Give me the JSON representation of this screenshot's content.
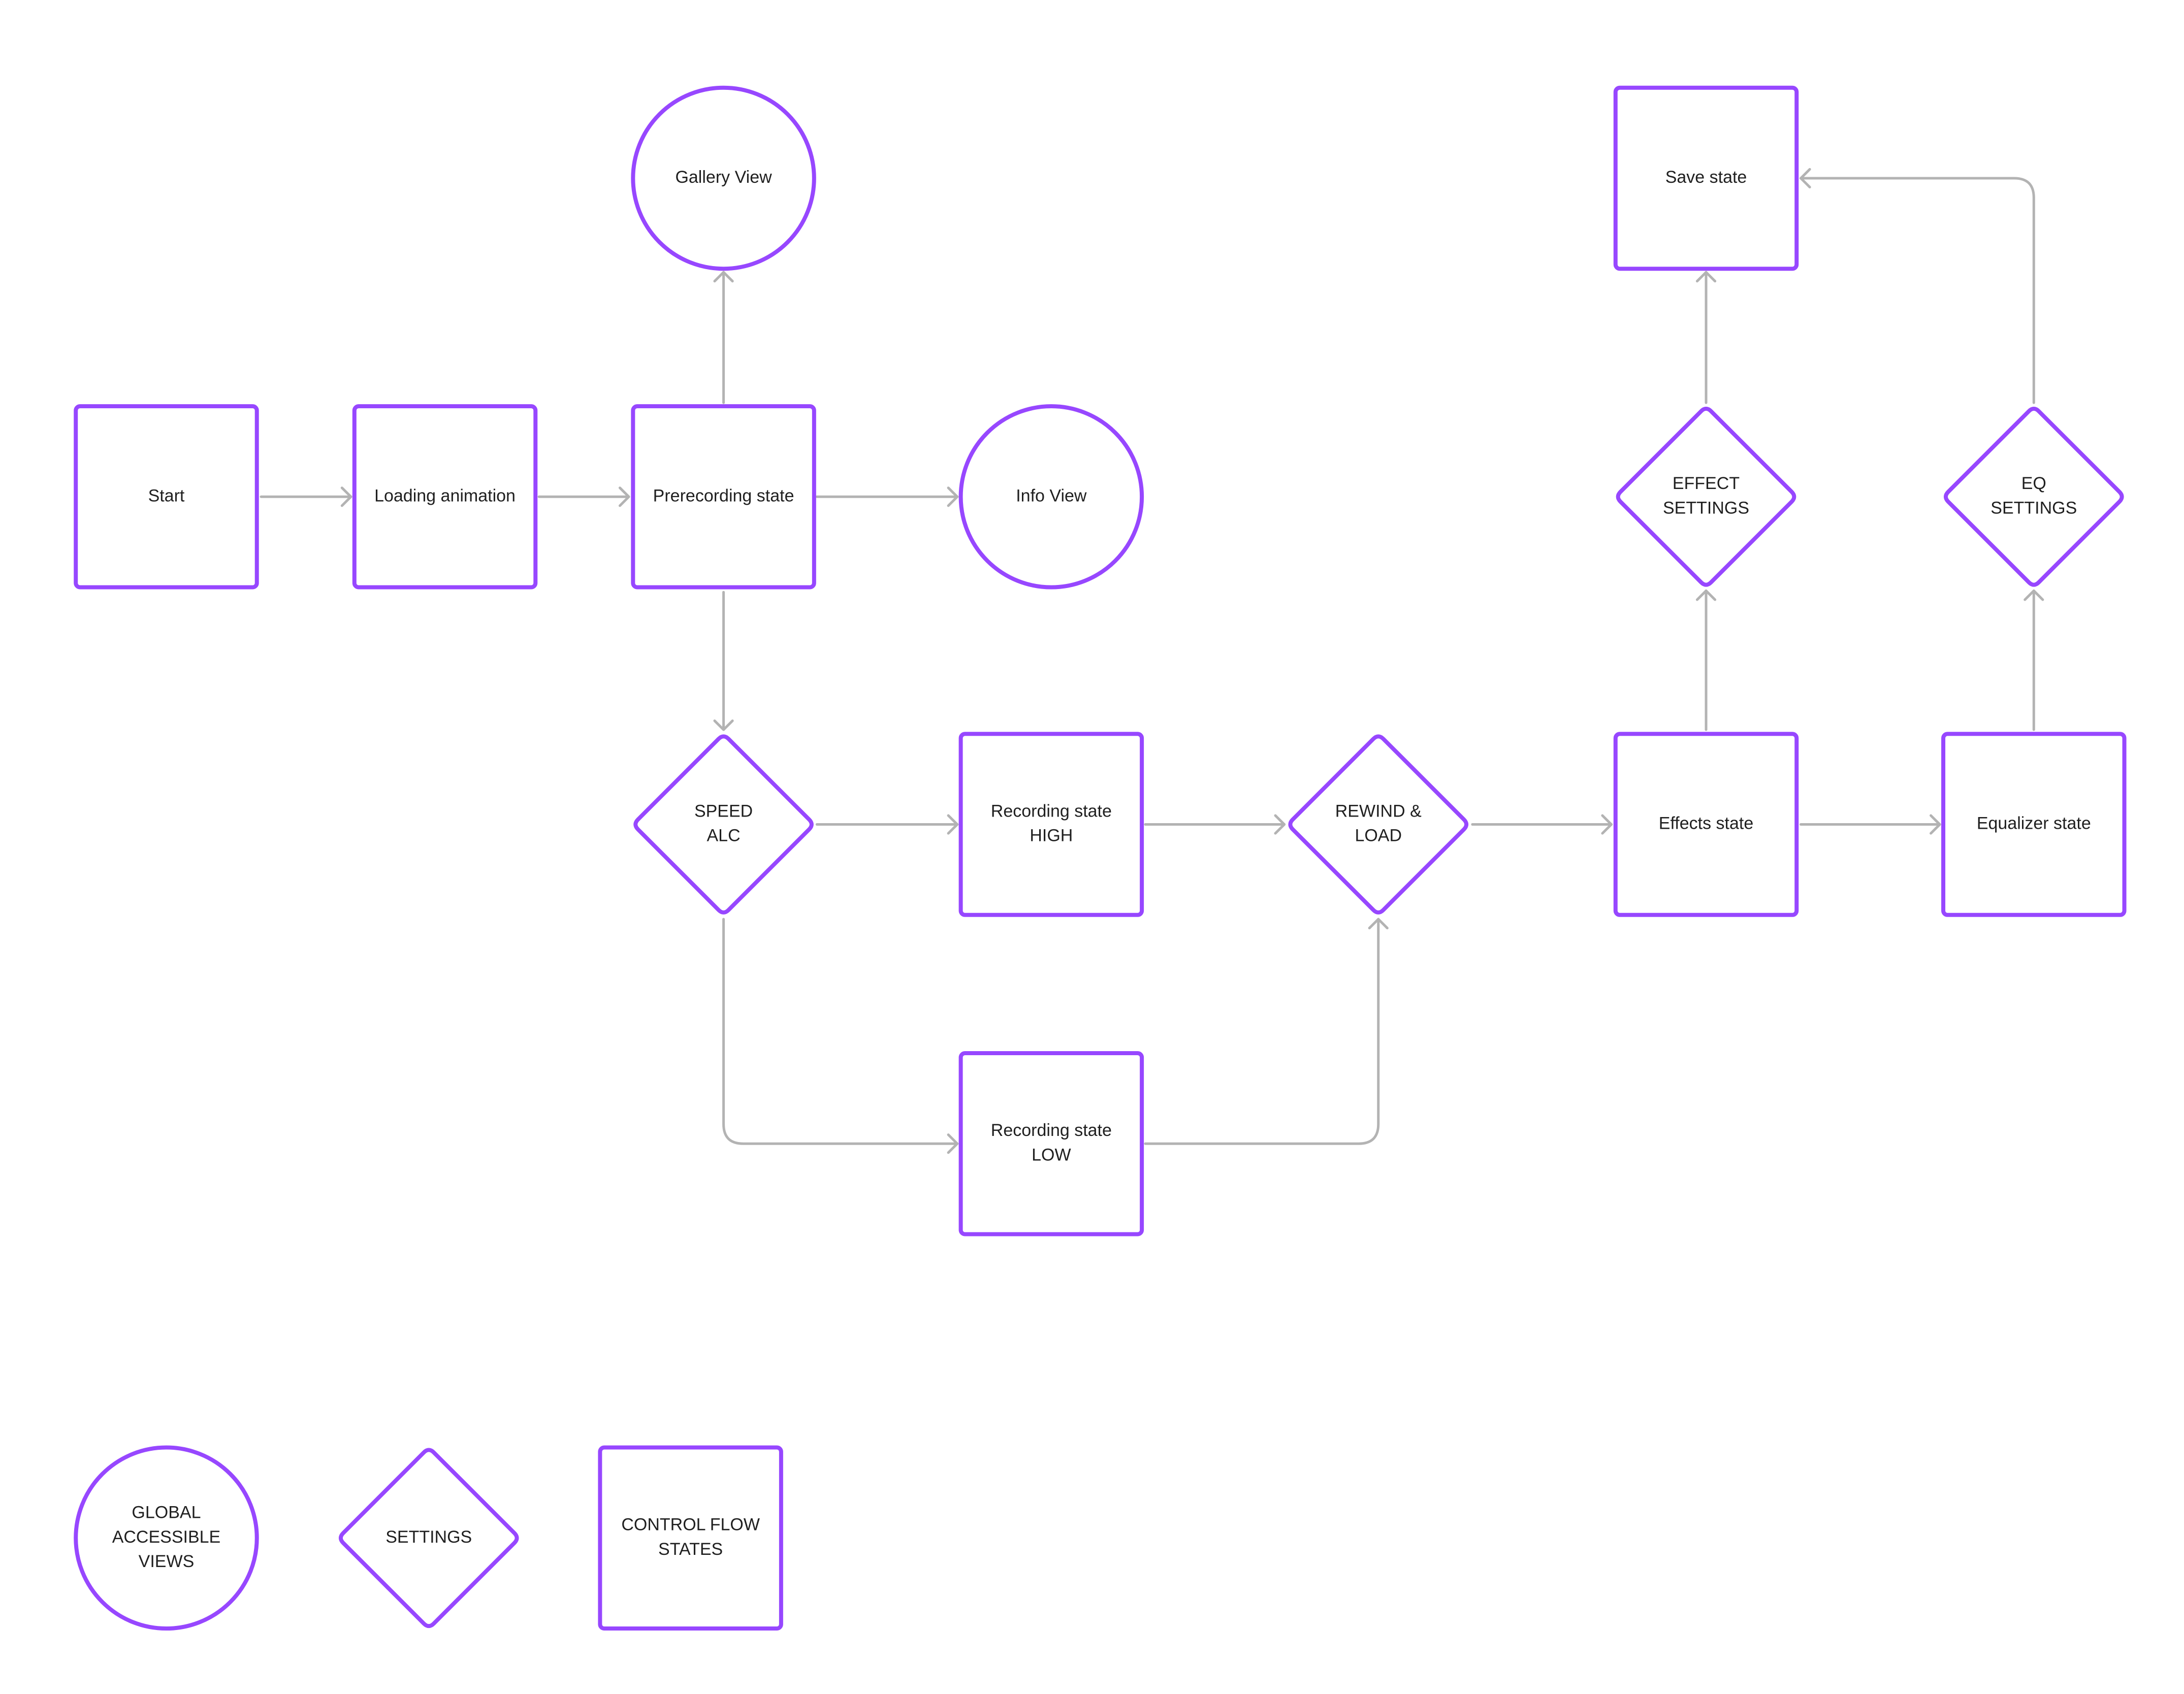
{
  "colors": {
    "node_stroke": "#9747FF",
    "edge_stroke": "#B3B3B3",
    "label_text": "#1F1F1F",
    "background": "#FFFFFF"
  },
  "nodes": [
    {
      "id": "start",
      "shape": "square",
      "lines": [
        "Start"
      ]
    },
    {
      "id": "loading",
      "shape": "square",
      "lines": [
        "Loading animation"
      ]
    },
    {
      "id": "prerecording",
      "shape": "square",
      "lines": [
        "Prerecording state"
      ]
    },
    {
      "id": "gallery",
      "shape": "circle",
      "lines": [
        "Gallery View"
      ]
    },
    {
      "id": "info",
      "shape": "circle",
      "lines": [
        "Info View"
      ]
    },
    {
      "id": "speed",
      "shape": "diamond",
      "lines": [
        "SPEED",
        "ALC"
      ]
    },
    {
      "id": "rec_high",
      "shape": "square",
      "lines": [
        "Recording state",
        "HIGH"
      ]
    },
    {
      "id": "rec_low",
      "shape": "square",
      "lines": [
        "Recording state",
        "LOW"
      ]
    },
    {
      "id": "rewind",
      "shape": "diamond",
      "lines": [
        "REWIND &",
        "LOAD"
      ]
    },
    {
      "id": "effects",
      "shape": "square",
      "lines": [
        "Effects state"
      ]
    },
    {
      "id": "effect_settings",
      "shape": "diamond",
      "lines": [
        "EFFECT",
        "SETTINGS"
      ]
    },
    {
      "id": "save",
      "shape": "square",
      "lines": [
        "Save state"
      ]
    },
    {
      "id": "equalizer",
      "shape": "square",
      "lines": [
        "Equalizer state"
      ]
    },
    {
      "id": "eq_settings",
      "shape": "diamond",
      "lines": [
        "EQ",
        "SETTINGS"
      ]
    }
  ],
  "edges": [
    {
      "from": "start",
      "to": "loading"
    },
    {
      "from": "loading",
      "to": "prerecording"
    },
    {
      "from": "prerecording",
      "to": "gallery"
    },
    {
      "from": "prerecording",
      "to": "info"
    },
    {
      "from": "prerecording",
      "to": "speed"
    },
    {
      "from": "speed",
      "to": "rec_high"
    },
    {
      "from": "speed",
      "to": "rec_low"
    },
    {
      "from": "rec_high",
      "to": "rewind"
    },
    {
      "from": "rec_low",
      "to": "rewind"
    },
    {
      "from": "rewind",
      "to": "effects"
    },
    {
      "from": "effects",
      "to": "effect_settings"
    },
    {
      "from": "effect_settings",
      "to": "save"
    },
    {
      "from": "effects",
      "to": "equalizer"
    },
    {
      "from": "equalizer",
      "to": "eq_settings"
    },
    {
      "from": "eq_settings",
      "to": "save"
    }
  ],
  "legend": [
    {
      "id": "legend_circle",
      "shape": "circle",
      "lines": [
        "GLOBAL",
        "ACCESSIBLE",
        "VIEWS"
      ]
    },
    {
      "id": "legend_diamond",
      "shape": "diamond",
      "lines": [
        "SETTINGS"
      ]
    },
    {
      "id": "legend_square",
      "shape": "square",
      "lines": [
        "CONTROL FLOW",
        "STATES"
      ]
    }
  ]
}
